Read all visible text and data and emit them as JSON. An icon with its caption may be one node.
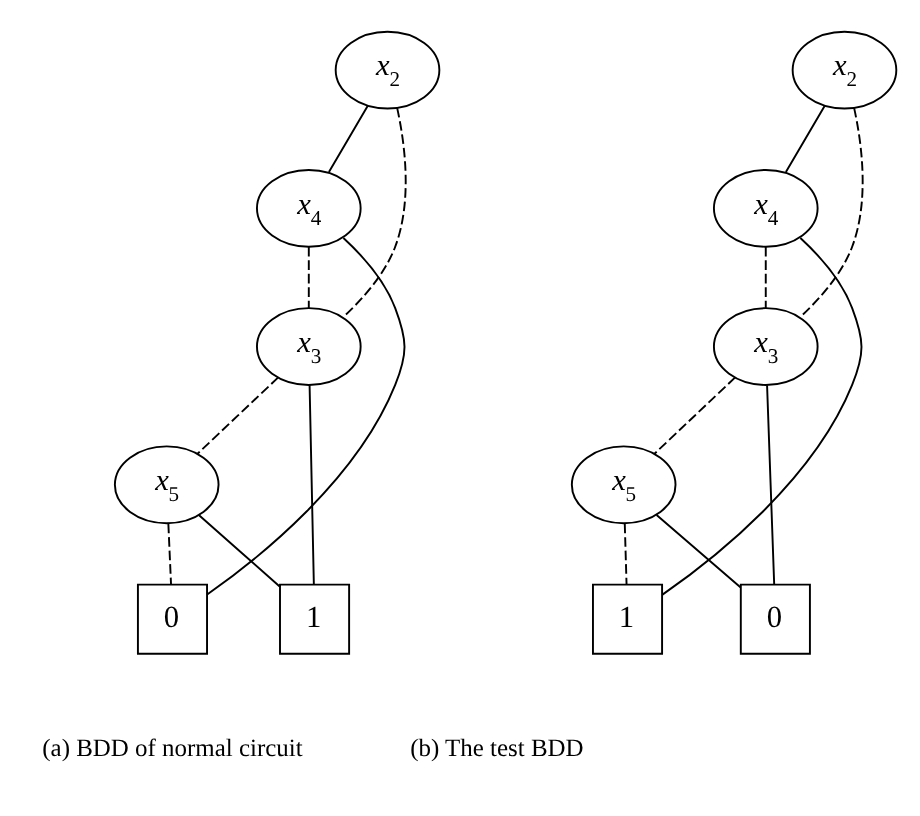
{
  "diagram": {
    "nodes": [
      {
        "text": [
          "*x*$_{2}$"
        ]
      },
      {
        "text": [
          "*x*$_{4}$"
        ]
      },
      {
        "text": [
          "*x*$_{3}$"
        ]
      },
      {
        "text": [
          "*x*$_{5}$"
        ]
      },
      {
        "text": [
          "0"
        ]
      },
      {
        "text": [
          "1"
        ]
      },
      {
        "text": [
          "*x*$_{2}$"
        ]
      },
      {
        "text": [
          "*x*$_{4}$"
        ]
      },
      {
        "text": [
          "*x*$_{3}$"
        ]
      },
      {
        "text": [
          "*x*$_{5}$"
        ]
      },
      {
        "text": [
          "1"
        ]
      },
      {
        "text": [
          "0"
        ]
      }
    ],
    "edges": [
      {
        "from": 0,
        "to": 1,
        "arrow": "none"
      },
      {
        "from": 0,
        "to": 2,
        "arrow": "none",
        "style": "dashed"
      },
      {
        "from": 1,
        "to": 2,
        "arrow": "none",
        "style": "dashed"
      },
      {
        "from": 1,
        "to": 4,
        "arrow": "none"
      },
      {
        "from": 2,
        "to": 3,
        "arrow": "none",
        "style": "dashed"
      },
      {
        "from": 2,
        "to": 5,
        "arrow": "none"
      },
      {
        "from": 3,
        "to": 4,
        "arrow": "none",
        "style": "dashed"
      },
      {
        "from": 3,
        "to": 5,
        "arrow": "none"
      },
      {
        "from": 6,
        "to": 7,
        "arrow": "none"
      },
      {
        "from": 6,
        "to": 8,
        "arrow": "none",
        "style": "dashed"
      },
      {
        "from": 7,
        "to": 8,
        "arrow": "none",
        "style": "dashed"
      },
      {
        "from": 7,
        "to": 10,
        "arrow": "none"
      },
      {
        "from": 8,
        "to": 9,
        "arrow": "none",
        "style": "dashed"
      },
      {
        "from": 8,
        "to": 11,
        "arrow": "none"
      },
      {
        "from": 9,
        "to": 10,
        "arrow": "none",
        "style": "dashed"
      },
      {
        "from": 9,
        "to": 11,
        "arrow": "none"
      }
    ],
    "labels": [
      "(a) BDD of normal circuit",
      "(b) The test BDD"
    ]
  }
}
